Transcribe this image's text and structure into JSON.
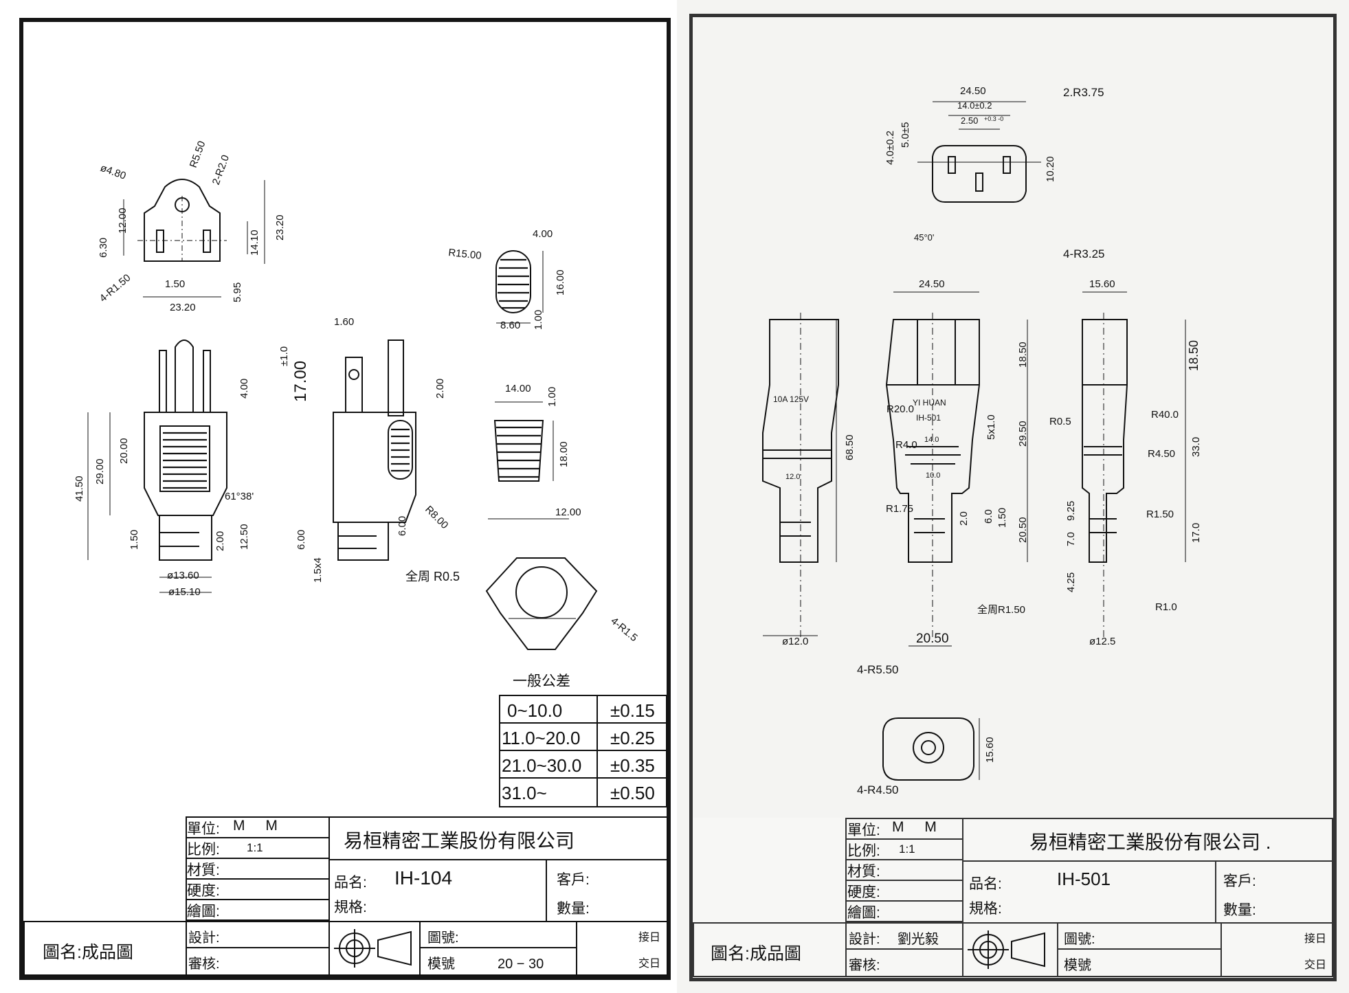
{
  "left": {
    "labels": {
      "d480": "ø4.80",
      "r550": "R5.50",
      "r2r20": "2-R2.0",
      "d1200": "12.00",
      "d630": "6.30",
      "d1410": "14.10",
      "d2320v": "23.20",
      "r4r150": "4-R1.50",
      "d150a": "1.50",
      "d595": "5.95",
      "d2320h": "23.20",
      "d160": "1.60",
      "pm10": "±1.0",
      "d1700": "17.00",
      "d200": "2.00",
      "d400": "4.00",
      "d2900": "29.00",
      "d2000": "20.00",
      "d4150": "41.50",
      "ang": "61°38'",
      "d150b": "1.50",
      "d200b": "2.00",
      "d1250": "12.50",
      "d600a": "6.00",
      "d600b": "6.00",
      "d15x4": "1.5x4",
      "d1360": "ø13.60",
      "d1510": "ø15.10",
      "r800": "R8.00",
      "allr05": "全周 R0.5",
      "r1500": "R15.00",
      "d400b": "4.00",
      "d1600": "16.00",
      "d860": "8.60",
      "d100a": "1.00",
      "d1400": "14.00",
      "d100b": "1.00",
      "d1800": "18.00",
      "d1200b": "12.00",
      "r4r15": "4-R1.5"
    },
    "tolerance": {
      "title": "一般公差",
      "rows": [
        {
          "range": "0~10.0",
          "tol": "±0.15"
        },
        {
          "range": "11.0~20.0",
          "tol": "±0.25"
        },
        {
          "range": "21.0~30.0",
          "tol": "±0.35"
        },
        {
          "range": "31.0~",
          "tol": "±0.50"
        }
      ]
    },
    "title_block": {
      "unit_label": "單位:",
      "unit_value": "M M",
      "scale_label": "比例:",
      "scale_value": "1:1",
      "material_label": "材質:",
      "hardness_label": "硬度:",
      "drawn_label": "繪圖:",
      "design_label": "設計:",
      "designer": "",
      "check_label": "審核:",
      "company": "易桓精密工業股份有限公司",
      "part_label": "品名:",
      "part_value": "IH-104",
      "spec_label": "規格:",
      "customer_label": "客戶:",
      "qty_label": "數量:",
      "drawing_no_label": "圖號:",
      "mold_label": "模號",
      "mold_value": "20 − 30",
      "accept_label": "接日",
      "deliver_label": "交日",
      "drawing_name": "圖名:成品圖"
    }
  },
  "right": {
    "labels": {
      "d2450top": "24.50",
      "r2r375": "2.R3.75",
      "d140": "14.0±0.2",
      "d250": "2.50",
      "d250tol": "+0.3 -0",
      "d40": "4.0±0.2",
      "d50": "5.0±5",
      "d1020": "10.20",
      "ang45": "45°0'",
      "r4r325": "4-R3.25",
      "d2450mid": "24.50",
      "d1560top": "15.60",
      "rating": "10A  125V",
      "d120inner": "12.0",
      "d120": "ø12.0",
      "r200": "R20.0",
      "r40": "R4.0",
      "r175": "R1.75",
      "d6850": "68.50",
      "brand": "YI  HUAN",
      "model": "IH-501",
      "w140": "14.0",
      "w100": "10.0",
      "d5x10": "5x1.0",
      "d20": "2.0",
      "d60": "6.0",
      "d150": "1.50",
      "d1850a": "18.50",
      "d2950": "29.50",
      "d2050v": "20.50",
      "d2050h": "20.50",
      "allr150": "全周R1.50",
      "d1850b": "18.50",
      "r05": "R0.5",
      "r400": "R40.0",
      "r450": "R4.50",
      "d330": "33.0",
      "d925": "9.25",
      "d70": "7.0",
      "r150s": "R1.50",
      "d170": "17.0",
      "d425": "4.25",
      "r10": "R1.0",
      "d125": "ø12.5",
      "r4r550": "4-R5.50",
      "d1560b": "15.60",
      "r4r450": "4-R4.50"
    },
    "title_block": {
      "unit_label": "單位:",
      "unit_value": "M M",
      "scale_label": "比例:",
      "scale_value": "1:1",
      "material_label": "材質:",
      "hardness_label": "硬度:",
      "drawn_label": "繪圖:",
      "design_label": "設計:",
      "designer": "劉光毅",
      "check_label": "審核:",
      "company": "易桓精密工業股份有限公司 .",
      "part_label": "品名:",
      "part_value": "IH-501",
      "spec_label": "規格:",
      "customer_label": "客戶:",
      "qty_label": "數量:",
      "drawing_no_label": "圖號:",
      "mold_label": "模號",
      "mold_value": "",
      "accept_label": "接日",
      "deliver_label": "交日",
      "drawing_name": "圖名:成品圖"
    }
  }
}
